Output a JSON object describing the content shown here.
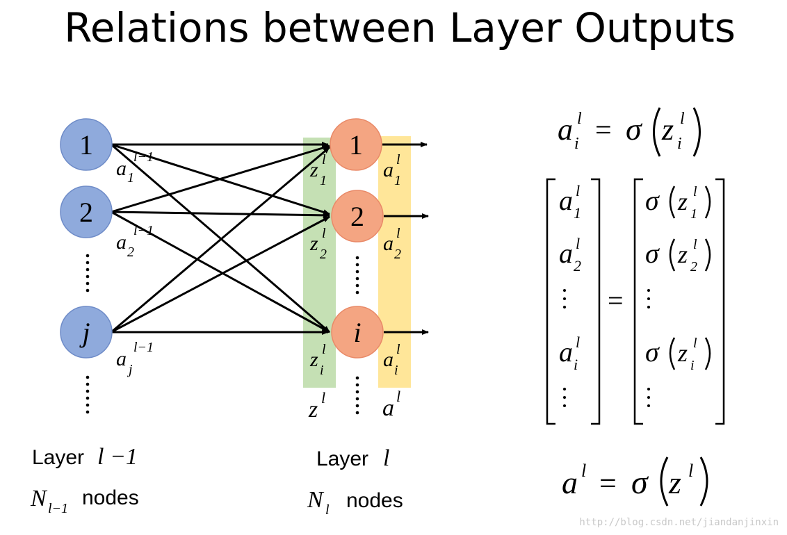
{
  "title": "Relations between Layer Outputs",
  "colors": {
    "blue_fill": "#8faadc",
    "blue_stroke": "#6f8cc8",
    "orange_fill": "#f4a582",
    "orange_stroke": "#e98a68",
    "green_band": "#c5e0b4",
    "yellow_band": "#ffe699"
  },
  "left_layer": {
    "nodes": [
      "1",
      "2",
      "j"
    ],
    "outputs": [
      {
        "base": "a",
        "sub": "1",
        "sup": "l−1"
      },
      {
        "base": "a",
        "sub": "2",
        "sup": "l−1"
      },
      {
        "base": "a",
        "sub": "j",
        "sup": "l−1"
      }
    ],
    "layer_label_word": "Layer",
    "layer_label_math": "l −1",
    "count_base": "N",
    "count_sub": "l−1",
    "count_word": "nodes"
  },
  "right_layer": {
    "nodes": [
      "1",
      "2",
      "i"
    ],
    "z_labels": [
      {
        "base": "z",
        "sub": "1",
        "sup": "l"
      },
      {
        "base": "z",
        "sub": "2",
        "sup": "l"
      },
      {
        "base": "z",
        "sub": "i",
        "sup": "l"
      }
    ],
    "a_labels": [
      {
        "base": "a",
        "sub": "1",
        "sup": "l"
      },
      {
        "base": "a",
        "sub": "2",
        "sup": "l"
      },
      {
        "base": "a",
        "sub": "i",
        "sup": "l"
      }
    ],
    "z_vector": {
      "base": "z",
      "sup": "l"
    },
    "a_vector": {
      "base": "a",
      "sup": "l"
    },
    "layer_label_word": "Layer",
    "layer_label_math": "l",
    "count_base": "N",
    "count_sub": "l",
    "count_word": "nodes"
  },
  "equations": {
    "scalar": {
      "lhs_base": "a",
      "lhs_sub": "i",
      "lhs_sup": "l",
      "eq": "=",
      "sigma": "σ",
      "arg_base": "z",
      "arg_sub": "i",
      "arg_sup": "l"
    },
    "matrix_left": [
      {
        "base": "a",
        "sub": "1",
        "sup": "l"
      },
      {
        "base": "a",
        "sub": "2",
        "sup": "l"
      },
      {
        "base": "a",
        "sub": "i",
        "sup": "l"
      }
    ],
    "matrix_right": [
      {
        "sigma": "σ",
        "base": "z",
        "sub": "1",
        "sup": "l"
      },
      {
        "sigma": "σ",
        "base": "z",
        "sub": "2",
        "sup": "l"
      },
      {
        "sigma": "σ",
        "base": "z",
        "sub": "i",
        "sup": "l"
      }
    ],
    "matrix_eq": "=",
    "vector": {
      "lhs_base": "a",
      "lhs_sup": "l",
      "eq": "=",
      "sigma": "σ",
      "arg_base": "z",
      "arg_sup": "l"
    }
  },
  "watermark": "http://blog.csdn.net/jiandanjinxin"
}
